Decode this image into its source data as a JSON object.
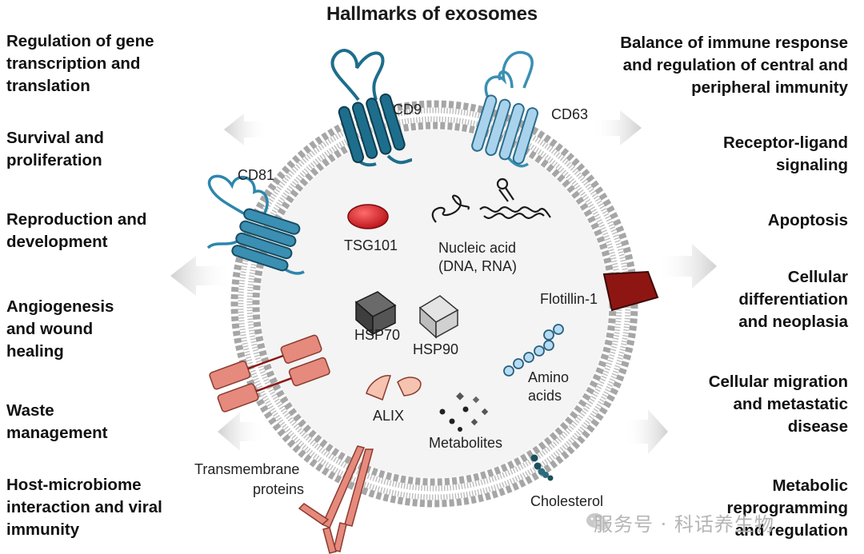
{
  "title": "Hallmarks of exosomes",
  "left_hallmarks": [
    "Regulation of gene\ntranscription and\ntranslation",
    "Survival and\nproliferation",
    "Reproduction and\ndevelopment",
    "Angiogenesis\nand wound\nhealing",
    "Waste\nmanagement",
    "Host-microbiome\ninteraction and viral\nimmunity"
  ],
  "right_hallmarks": [
    "Balance of immune response\nand regulation of central and\nperipheral immunity",
    "Receptor-ligand\nsignaling",
    "Apoptosis",
    "Cellular\ndifferentiation\nand neoplasia",
    "Cellular migration\nand metastatic\ndisease",
    "Metabolic\nreprogramming\nand regulation"
  ],
  "components": {
    "cd9": "CD9",
    "cd63": "CD63",
    "cd81": "CD81",
    "tsg101": "TSG101",
    "nucleic_acid_1": "Nucleic acid",
    "nucleic_acid_2": "(DNA, RNA)",
    "hsp70": "HSP70",
    "hsp90": "HSP90",
    "flotillin": "Flotillin-1",
    "amino_1": "Amino",
    "amino_2": "acids",
    "alix": "ALIX",
    "metabolites": "Metabolites",
    "transmembrane_1": "Transmembrane",
    "transmembrane_2": "proteins",
    "cholesterol": "Cholesterol"
  },
  "watermark": "服务号 · 科话养生物",
  "colors": {
    "membrane": "#a6a6a6",
    "cd9": "#1d6e8c",
    "cd63": "#a9d3ec",
    "cd81": "#3a8fb3",
    "tsg101": "#c8141c",
    "flotillin": "#8e1612",
    "transmembrane": "#e58a7c",
    "amino": "#b5dcf2",
    "arrow": "#d6d6d6"
  }
}
